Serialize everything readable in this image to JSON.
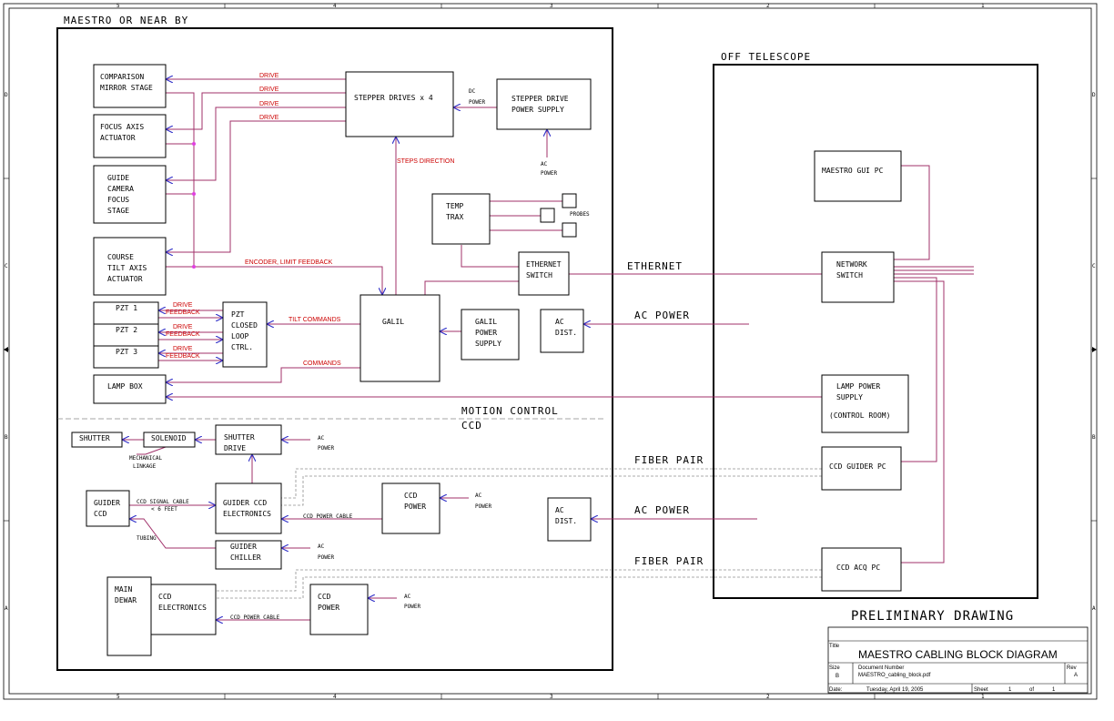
{
  "colors": {
    "wire": "#a0306a",
    "arrow": "#3030c8",
    "label": "#cc0000",
    "junction": "#e040e0"
  },
  "border": {
    "cols": [
      "5",
      "4",
      "3",
      "2",
      "1"
    ],
    "rows": [
      "D",
      "C",
      "B",
      "A"
    ]
  },
  "regions": {
    "maestro": "MAESTRO OR NEAR BY",
    "off": "OFF TELESCOPE",
    "motion": "MOTION CONTROL",
    "ccd": "CCD",
    "preliminary": "PRELIMINARY DRAWING"
  },
  "boxes": {
    "comparison": [
      "COMPARISON",
      "MIRROR STAGE"
    ],
    "focus": [
      "FOCUS AXIS",
      "ACTUATOR"
    ],
    "guidecam": [
      "GUIDE",
      "CAMERA",
      "FOCUS",
      "STAGE"
    ],
    "course": [
      "COURSE",
      "TILT AXIS",
      "ACTUATOR"
    ],
    "pzt1": "PZT 1",
    "pzt2": "PZT 2",
    "pzt3": "PZT 3",
    "pztctrl": [
      "PZT",
      "CLOSED",
      "LOOP",
      "CTRL."
    ],
    "lampbox": "LAMP BOX",
    "stepper": "STEPPER DRIVES x 4",
    "stepperps": [
      "STEPPER DRIVE",
      "POWER SUPPLY"
    ],
    "temptrax": [
      "TEMP",
      "TRAX"
    ],
    "ethswitch": [
      "ETHERNET",
      "SWITCH"
    ],
    "galil": "GALIL",
    "galilps": [
      "GALIL",
      "POWER",
      "SUPPLY"
    ],
    "acdist1": [
      "AC",
      "DIST."
    ],
    "shutter": "SHUTTER",
    "solenoid": "SOLENOID",
    "shutterdrive": [
      "SHUTTER",
      "DRIVE"
    ],
    "guiderccd": [
      "GUIDER",
      "CCD"
    ],
    "guiderccdelec": [
      "GUIDER CCD",
      "ELECTRONICS"
    ],
    "ccdpower1": [
      "CCD",
      "POWER"
    ],
    "acdist2": [
      "AC",
      "DIST."
    ],
    "guiderchiller": [
      "GUIDER",
      "CHILLER"
    ],
    "maindewar": [
      "MAIN",
      "DEWAR"
    ],
    "ccdelec": [
      "CCD",
      "ELECTRONICS"
    ],
    "ccdpower2": [
      "CCD",
      "POWER"
    ],
    "guipc": "MAESTRO GUI PC",
    "netswitch": [
      "NETWORK",
      "SWITCH"
    ],
    "lampps": [
      "LAMP POWER",
      "SUPPLY",
      "(CONTROL ROOM)"
    ],
    "guiderpc": "CCD GUIDER PC",
    "acqpc": "CCD ACQ PC"
  },
  "labels": {
    "drive": "DRIVE",
    "dcpower": [
      "DC",
      "POWER"
    ],
    "acpower": [
      "AC",
      "POWER"
    ],
    "steps": "STEPS DIRECTION",
    "probes": "PROBES",
    "encoder": "ENCODER, LIMIT FEEDBACK",
    "feedback": "FEEDBACK",
    "tilt": "TILT COMMANDS",
    "commands": "COMMANDS",
    "ethernet": "ETHERNET",
    "acpowerline": "AC POWER",
    "fiberpair": "FIBER PAIR",
    "mech": [
      "MECHANICAL",
      "LINKAGE"
    ],
    "signal": [
      "CCD SIGNAL CABLE",
      "< 6 FEET"
    ],
    "tubing": "TUBING",
    "ccdpowercable": "CCD POWER CABLE"
  },
  "titleblock": {
    "title_label": "Title",
    "title": "MAESTRO CABLING BLOCK DIAGRAM",
    "size_label": "Size",
    "size": "B",
    "docnum_label": "Document Number",
    "docnum": "MAESTRO_cabling_block.pdf",
    "rev_label": "Rev",
    "rev": "A",
    "date_label": "Date:",
    "date": "Tuesday, April 19, 2005",
    "sheet_label": "Sheet",
    "sheet": "1",
    "of_label": "of",
    "sheets": "1"
  }
}
